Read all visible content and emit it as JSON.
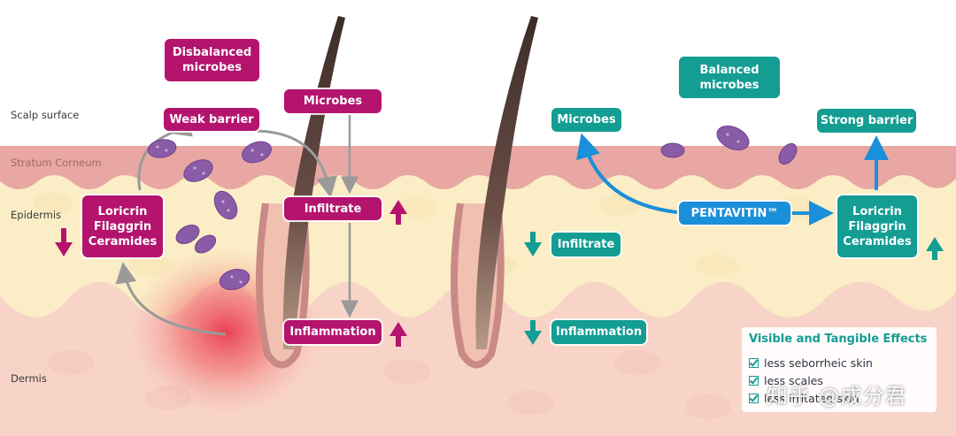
{
  "layers": {
    "scalp_surface": "Scalp surface",
    "stratum_corneum": "Stratum Corneum",
    "epidermis": "Epidermis",
    "dermis": "Dermis"
  },
  "left": {
    "disbalanced_microbes": [
      "Disbalanced",
      "microbes"
    ],
    "weak_barrier": "Weak barrier",
    "microbes": "Microbes",
    "loricrin_block": [
      "Loricrin",
      "Filaggrin",
      "Ceramides"
    ],
    "infiltrate": "Infiltrate",
    "inflammation": "Inflammation"
  },
  "right": {
    "balanced_microbes": [
      "Balanced",
      "microbes"
    ],
    "microbes": "Microbes",
    "strong_barrier": "Strong barrier",
    "pentavitin": "PENTAVITIN™",
    "loricrin_block": [
      "Loricrin",
      "Filaggrin",
      "Ceramides"
    ],
    "infiltrate": "Infiltrate",
    "inflammation": "Inflammation"
  },
  "effects": {
    "title": "Visible and Tangible Effects",
    "items": [
      "less seborrheic skin",
      "less scales",
      "less irritated skin"
    ]
  },
  "watermark": "知乎 @成分君",
  "colors": {
    "magenta": "#b4146e",
    "teal": "#139d93",
    "blue": "#1b8fd9",
    "stratum_corneum": "#e8a7a2",
    "epidermis": "#fbedc5",
    "dermis": "#f8d4c8",
    "hair": "#4a3a35",
    "microbe": "#8a5ca8"
  },
  "icons": [
    "microbe-icon",
    "hair-icon",
    "arrow-up-icon",
    "arrow-down-icon",
    "checkbox-icon"
  ]
}
